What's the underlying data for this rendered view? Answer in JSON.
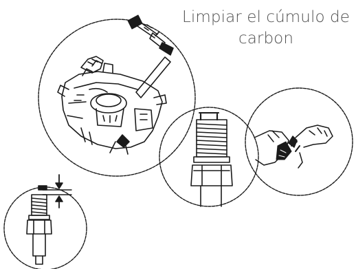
{
  "caption": {
    "line1": "Limpiar el cúmulo de",
    "line2": "carbon"
  },
  "illustrations": [
    {
      "name": "engine-spark-plug-removal",
      "icon": "engine-with-spark-plug-wrench"
    },
    {
      "name": "spark-plug-closeup",
      "icon": "spark-plug-threaded-body"
    },
    {
      "name": "cleaning-electrode-by-hand",
      "icon": "hands-brushing-electrode"
    },
    {
      "name": "spark-plug-gap-check",
      "icon": "spark-plug-gap-arrows"
    }
  ],
  "colors": {
    "line": "#1a1a1a",
    "caption": "#505050",
    "background": "#ffffff"
  }
}
